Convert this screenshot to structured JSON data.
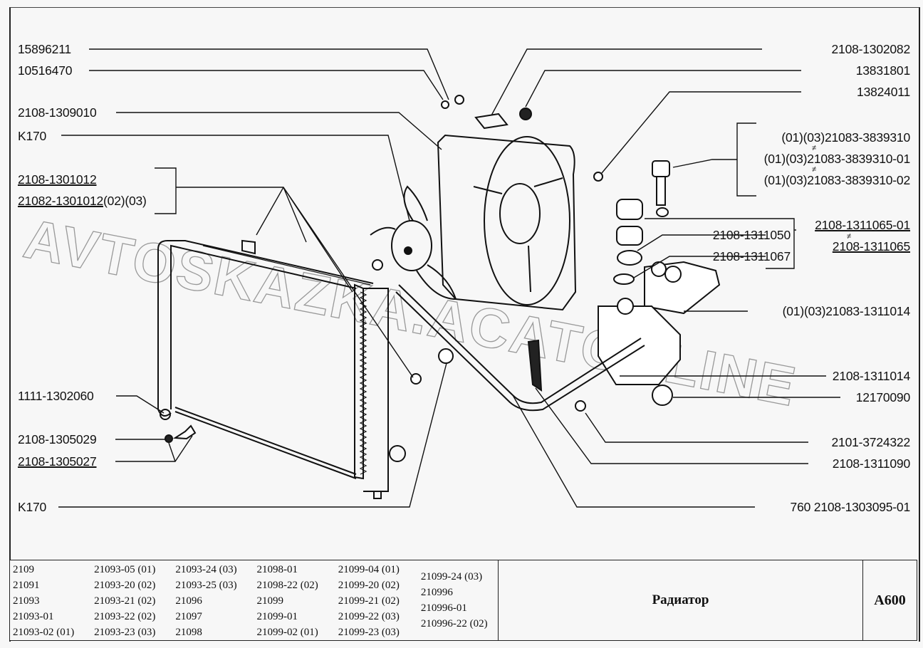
{
  "watermark": "AVTOSKAZKA.ACATONLINE",
  "labels_left": [
    {
      "id": "15896211",
      "text": "15896211",
      "underline": false
    },
    {
      "id": "10516470",
      "text": "10516470",
      "underline": false
    },
    {
      "id": "fan-shroud",
      "text": "2108-1309010",
      "underline": false
    },
    {
      "id": "k170-top",
      "text": "K170",
      "underline": false
    },
    {
      "id": "radiator-1",
      "text": "2108-1301012",
      "underline": true
    },
    {
      "id": "radiator-2",
      "text": "21082-1301012",
      "suffix": "(02)(03)",
      "underline": true
    },
    {
      "id": "drain-plug",
      "text": "1111-1302060",
      "underline": false
    },
    {
      "id": "washer",
      "text": "2108-1305029",
      "underline": false
    },
    {
      "id": "drain-cock",
      "text": "2108-1305027",
      "underline": true
    },
    {
      "id": "k170-bottom",
      "text": "K170",
      "underline": false
    }
  ],
  "labels_right": [
    {
      "id": "bracket",
      "text": "2108-1302082"
    },
    {
      "id": "nut",
      "text": "13831801"
    },
    {
      "id": "bolt",
      "text": "13824011"
    },
    {
      "id": "sensor-1",
      "text": "(01)(03)21083-3839310"
    },
    {
      "id": "sensor-2",
      "text": "(01)(03)21083-3839310-01"
    },
    {
      "id": "sensor-3",
      "text": "(01)(03)21083-3839310-02"
    },
    {
      "id": "cap-1",
      "text": "2108-1311065-01"
    },
    {
      "id": "cap-2",
      "text": "2108-1311065"
    },
    {
      "id": "valve",
      "text": "2108-1311050"
    },
    {
      "id": "gasket",
      "text": "2108-1311067"
    },
    {
      "id": "tank-1",
      "text": "(01)(03)21083-1311014"
    },
    {
      "id": "tank-2",
      "text": "2108-1311014"
    },
    {
      "id": "clamp",
      "text": "12170090"
    },
    {
      "id": "holder",
      "text": "2101-3724322"
    },
    {
      "id": "strap",
      "text": "2108-1311090"
    },
    {
      "id": "hose",
      "text": "760  2108-1303095-01"
    }
  ],
  "models": [
    [
      "2109",
      "21091",
      "21093",
      "21093-01",
      "21093-02 (01)"
    ],
    [
      "21093-05 (01)",
      "21093-20 (02)",
      "21093-21 (02)",
      "21093-22 (02)",
      "21093-23 (03)"
    ],
    [
      "21093-24 (03)",
      "21093-25 (03)",
      "21096",
      "21097",
      "21098"
    ],
    [
      "21098-01",
      "21098-22 (02)",
      "21099",
      "21099-01",
      "21099-02 (01)"
    ],
    [
      "21099-04 (01)",
      "21099-20 (02)",
      "21099-21 (02)",
      "21099-22 (03)",
      "21099-23 (03)"
    ],
    [
      "21099-24 (03)",
      "210996",
      "210996-01",
      "210996-22 (02)"
    ]
  ],
  "title": "Радиатор",
  "code": "A600"
}
